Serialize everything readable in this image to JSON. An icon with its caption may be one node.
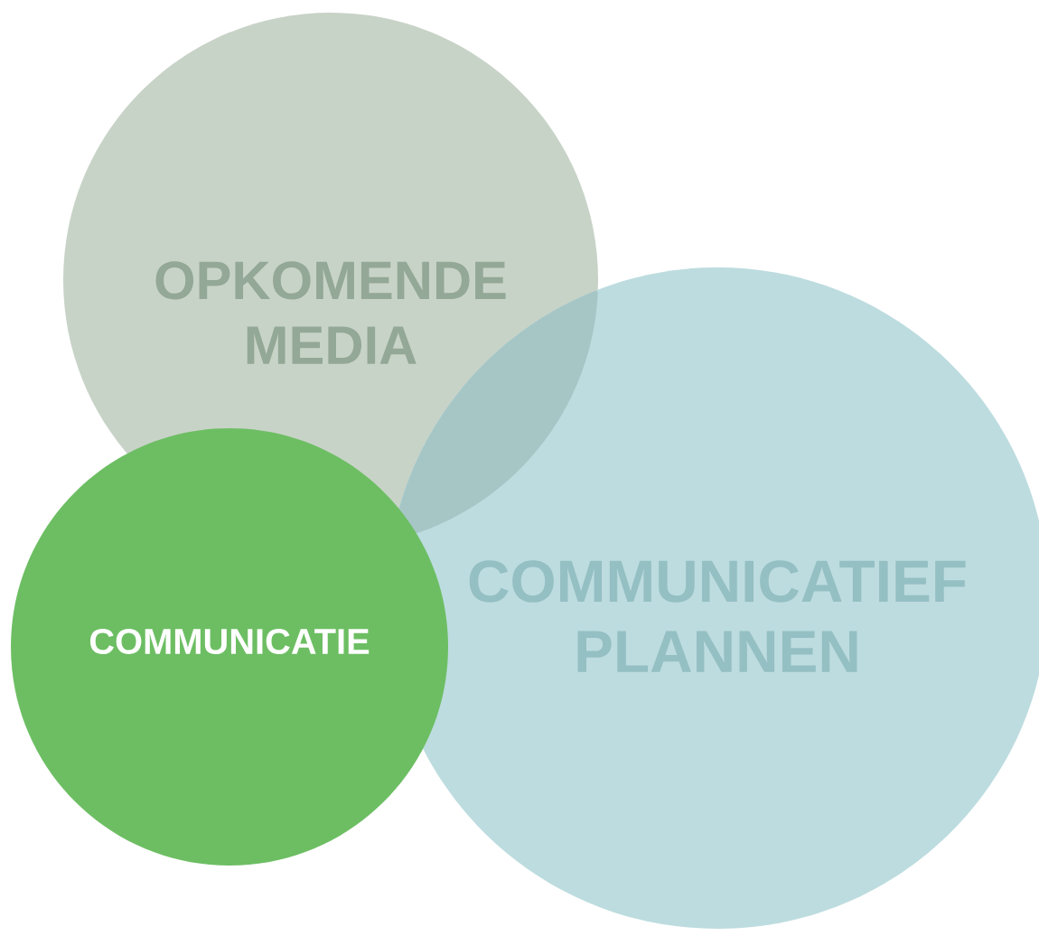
{
  "diagram": {
    "nodes": [
      {
        "text": [
          "OPKOMENDE MEDIA"
        ]
      },
      {
        "text": [
          "COMMUNICATIEF PLANNEN"
        ]
      },
      {
        "text": [
          "COMMUNICATIE"
        ]
      }
    ]
  }
}
